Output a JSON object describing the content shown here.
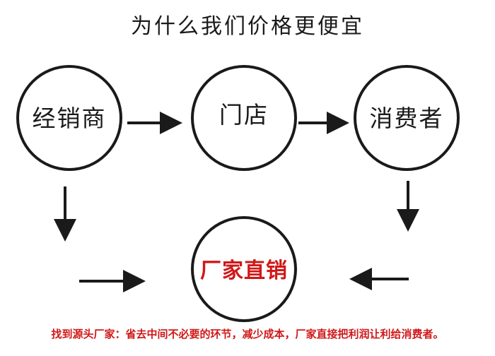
{
  "title": "为什么我们价格更便宜",
  "nodes": {
    "distributor": "经销商",
    "store": "门店",
    "consumer": "消费者",
    "factory": "厂家直销"
  },
  "footer": "找到源头厂家：省去中间不必要的环节，减少成本，厂家直接把利润让利给消费者。",
  "colors": {
    "accent": "#d01818",
    "line": "#1a1a1a"
  }
}
